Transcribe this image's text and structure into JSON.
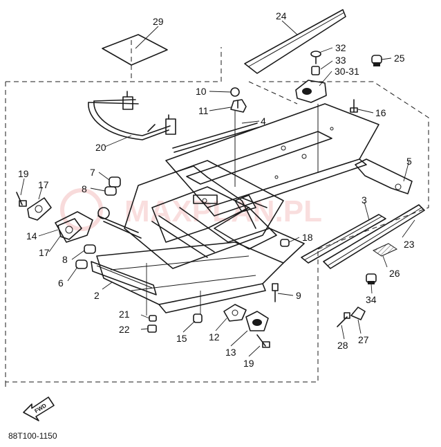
{
  "drawing_code": "88T100-1150",
  "forward_marker": "FWD",
  "watermark": "MAXPLAN.PL",
  "callouts": [
    {
      "id": "c29",
      "text": "29"
    },
    {
      "id": "c24",
      "text": "24"
    },
    {
      "id": "c32",
      "text": "32"
    },
    {
      "id": "c33",
      "text": "33"
    },
    {
      "id": "c3031",
      "text": "30-31"
    },
    {
      "id": "c25",
      "text": "25"
    },
    {
      "id": "c10",
      "text": "10"
    },
    {
      "id": "c11",
      "text": "11"
    },
    {
      "id": "c16",
      "text": "16"
    },
    {
      "id": "c4",
      "text": "4"
    },
    {
      "id": "c20",
      "text": "20"
    },
    {
      "id": "c5",
      "text": "5"
    },
    {
      "id": "c7",
      "text": "7"
    },
    {
      "id": "c8a",
      "text": "8"
    },
    {
      "id": "c19a",
      "text": "19"
    },
    {
      "id": "c17a",
      "text": "17"
    },
    {
      "id": "c3",
      "text": "3"
    },
    {
      "id": "c14",
      "text": "14"
    },
    {
      "id": "c18",
      "text": "18"
    },
    {
      "id": "c23",
      "text": "23"
    },
    {
      "id": "c17b",
      "text": "17"
    },
    {
      "id": "c8b",
      "text": "8"
    },
    {
      "id": "c26",
      "text": "26"
    },
    {
      "id": "c6",
      "text": "6"
    },
    {
      "id": "c9",
      "text": "9"
    },
    {
      "id": "c34",
      "text": "34"
    },
    {
      "id": "c2",
      "text": "2"
    },
    {
      "id": "c21",
      "text": "21"
    },
    {
      "id": "c22",
      "text": "22"
    },
    {
      "id": "c15",
      "text": "15"
    },
    {
      "id": "c12",
      "text": "12"
    },
    {
      "id": "c27",
      "text": "27"
    },
    {
      "id": "c28",
      "text": "28"
    },
    {
      "id": "c13",
      "text": "13"
    },
    {
      "id": "c19b",
      "text": "19"
    }
  ]
}
